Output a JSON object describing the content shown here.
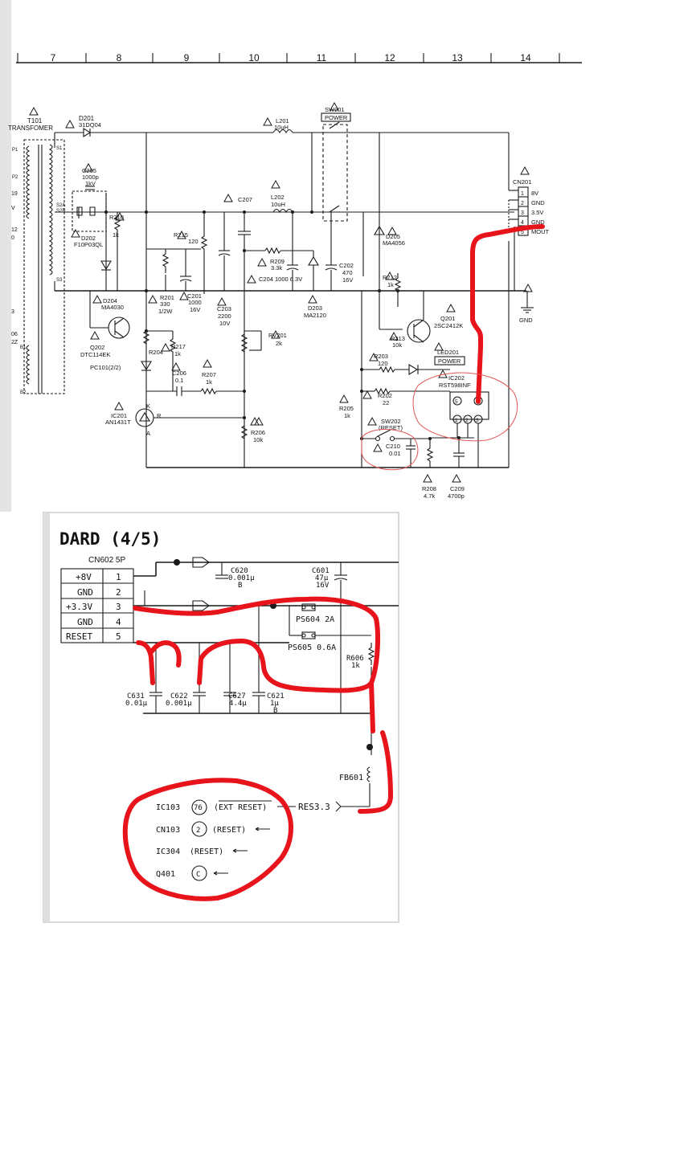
{
  "top_schematic": {
    "columns": [
      "7",
      "8",
      "9",
      "10",
      "11",
      "12",
      "13",
      "14"
    ],
    "parts": {
      "t101": [
        "T101",
        "TRANSFOMER"
      ],
      "d201": [
        "D201",
        "31DQ04"
      ],
      "c205": [
        "C205",
        "1000p",
        "1kV"
      ],
      "d202": [
        "D202",
        "F10P03QL"
      ],
      "r210": [
        "R210",
        "1k"
      ],
      "d204": [
        "D204",
        "MA4030"
      ],
      "q202": [
        "Q202",
        "DTC114EK"
      ],
      "pc101": "PC101(2/2)",
      "r215": [
        "R215",
        "120"
      ],
      "r201": [
        "R201",
        "330",
        "1/2W"
      ],
      "c201": [
        "C201",
        "1000",
        "16V"
      ],
      "c203": [
        "C203",
        "2200",
        "10V"
      ],
      "r204": "R204",
      "r217": [
        "R217",
        "1k"
      ],
      "c206": [
        "C206",
        "0.1"
      ],
      "r207": [
        "R207",
        "1k"
      ],
      "ic201": [
        "IC201",
        "AN1431T"
      ],
      "ic201_pins": [
        "K",
        "R",
        "A"
      ],
      "l201": [
        "L201",
        "10uH"
      ],
      "c207": "C207",
      "l202": [
        "L202",
        "10uH"
      ],
      "r209": [
        "R209",
        "3.3k"
      ],
      "c204": "C204 1000 6.3V",
      "d203": [
        "D203",
        "MA2120"
      ],
      "c202": [
        "C202",
        "470",
        "16V"
      ],
      "rv201": [
        "RV201",
        "2k"
      ],
      "r206": [
        "R206",
        "10k"
      ],
      "sw201": [
        "SW201",
        "POWER"
      ],
      "d205": [
        "D205",
        "MA4056"
      ],
      "r212": [
        "R212",
        "1k"
      ],
      "q201": [
        "Q201",
        "2SC2412K"
      ],
      "r213": [
        "R213",
        "10k"
      ],
      "r203": [
        "R203",
        "120"
      ],
      "led201": [
        "LED201",
        "POWER"
      ],
      "ic202": [
        "IC202",
        "RST598INF"
      ],
      "r202": [
        "R202",
        "22"
      ],
      "r205": [
        "R205",
        "1k"
      ],
      "sw202": [
        "SW202",
        "(RESET)"
      ],
      "c210": [
        "C210",
        "0.01"
      ],
      "r208": [
        "R208",
        "4.7k"
      ],
      "c209": [
        "C209",
        "4700p"
      ],
      "cn201": "CN201",
      "cn201_pins": [
        {
          "n": "1",
          "label": "8V"
        },
        {
          "n": "2",
          "label": "GND"
        },
        {
          "n": "3",
          "label": "3.5V"
        },
        {
          "n": "4",
          "label": "GND"
        },
        {
          "n": "5",
          "label": "MOUT"
        }
      ],
      "gnd": "GND",
      "ic202_pins": [
        "5",
        "4",
        "1",
        "2",
        "3"
      ],
      "t101_pins": [
        "P1",
        "P2",
        "S1",
        "S2A",
        "S2B",
        "S3",
        "B1",
        "B2"
      ],
      "t101_side": [
        "19",
        "V",
        "12",
        "0",
        "3",
        "06",
        "2Z"
      ]
    }
  },
  "bottom_schematic": {
    "title": "DARD (4/5)",
    "cn602": {
      "name": "CN602 5P",
      "rows": [
        {
          "label": "+8V",
          "pin": "1"
        },
        {
          "label": "GND",
          "pin": "2"
        },
        {
          "label": "+3.3V",
          "pin": "3"
        },
        {
          "label": "GND",
          "pin": "4"
        },
        {
          "label": "RESET",
          "pin": "5"
        }
      ]
    },
    "parts": {
      "c620": [
        "C620",
        "0.001μ",
        "B"
      ],
      "c601": [
        "C601",
        "47μ",
        "16V"
      ],
      "ps604": "PS604  2A",
      "ps605": "PS605  0.6A",
      "r606": [
        "R606",
        "1k"
      ],
      "c631": [
        "C631",
        "0.01μ"
      ],
      "c622": [
        "C622",
        "0.001μ"
      ],
      "c627": [
        "C627",
        "4.4μ"
      ],
      "c621": [
        "C621",
        "1μ",
        "B"
      ],
      "fb601": "FB601",
      "res": "RES3.3"
    },
    "refs": [
      {
        "ic": "IC103",
        "pin": "76",
        "sig": "(EXT RESET)"
      },
      {
        "ic": "CN103",
        "pin": "2",
        "sig": "(RESET)"
      },
      {
        "ic": "IC304",
        "pin": "",
        "sig": "(RESET)"
      },
      {
        "ic": "Q401",
        "pin": "C",
        "sig": ""
      }
    ]
  },
  "colors": {
    "ink": "#1a1a1a",
    "annotation": "#e8141b",
    "panel_edge": "#d9d9d9"
  }
}
